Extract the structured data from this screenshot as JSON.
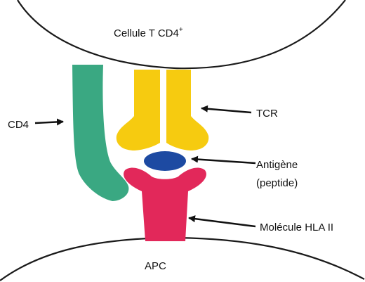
{
  "labels": {
    "t_cell": "Cellule T CD4",
    "t_cell_sup": "+",
    "cd4": "CD4",
    "tcr": "TCR",
    "antigen_line1": "Antigène",
    "antigen_line2": "(peptide)",
    "hla": "Molécule HLA II",
    "apc": "APC"
  },
  "colors": {
    "cd4": "#3aa882",
    "tcr": "#f6cb10",
    "antigen": "#1d4aa2",
    "hla": "#e2285a",
    "outline": "#1a1a1a",
    "background": "#ffffff"
  }
}
